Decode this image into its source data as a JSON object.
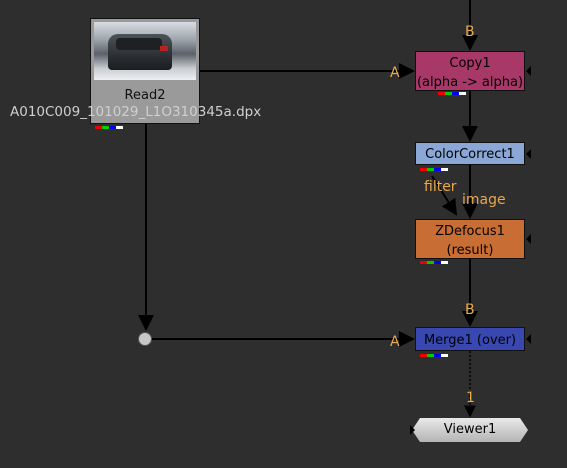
{
  "nodes": {
    "read": {
      "label": "Read2",
      "filename": "A010C009_101029_L1O310345a.dpx"
    },
    "copy": {
      "line1": "Copy1",
      "line2": "(alpha -> alpha)"
    },
    "colorcorrect": {
      "label": "ColorCorrect1"
    },
    "zdefocus": {
      "line1": "ZDefocus1",
      "line2": "(result)"
    },
    "merge": {
      "label": "Merge1 (over)"
    },
    "viewer": {
      "label": "Viewer1"
    }
  },
  "edge_labels": {
    "copy_b": "B",
    "copy_a": "A",
    "filter": "filter",
    "image": "image",
    "merge_b": "B",
    "merge_a": "A",
    "viewer_input": "1"
  },
  "colors": {
    "background": "#2e2e2e",
    "copy": "#a83868",
    "colorcorrect": "#8ba7d6",
    "zdefocus": "#c86e34",
    "merge": "#3848b0",
    "read": "#9a9a9a",
    "edge_label": "#e8a84c"
  }
}
